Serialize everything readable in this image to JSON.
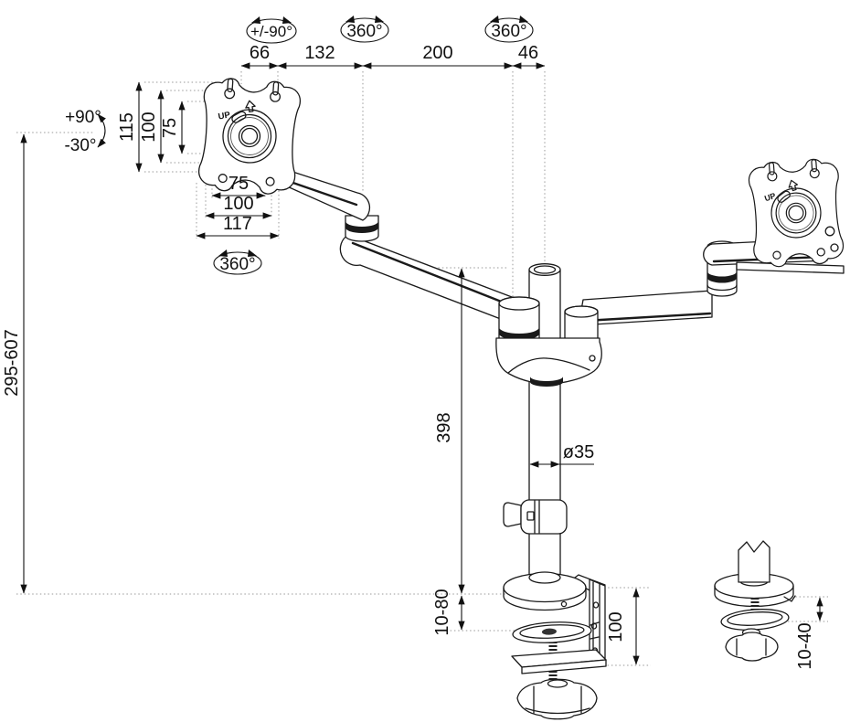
{
  "colors": {
    "background": "#ffffff",
    "line": "#1a1a1a",
    "dimension": "#111111",
    "extension": "#999999"
  },
  "drawing": {
    "marking_up": "UP",
    "rotations": {
      "arm_tilt": "+/-90°",
      "elbow_swivel": "360°",
      "pole_swivel": "360°",
      "vesa_rotate": "360°"
    },
    "tilt": {
      "up": "+90°",
      "down": "-30°"
    },
    "dims": {
      "offset_plate": "66",
      "upper_arm": "132",
      "lower_arm": "200",
      "hub_offset": "46",
      "plate_height": "115",
      "vesa_v100": "100",
      "vesa_v75": "75",
      "vesa_h75": "75",
      "vesa_h100": "100",
      "plate_width": "117",
      "height_range": "295-607",
      "pole_above_desk": "398",
      "pole_diameter": "ø35",
      "clamp_thickness": "10-80",
      "clamp_height": "100",
      "grommet_thickness": "10-40"
    }
  }
}
